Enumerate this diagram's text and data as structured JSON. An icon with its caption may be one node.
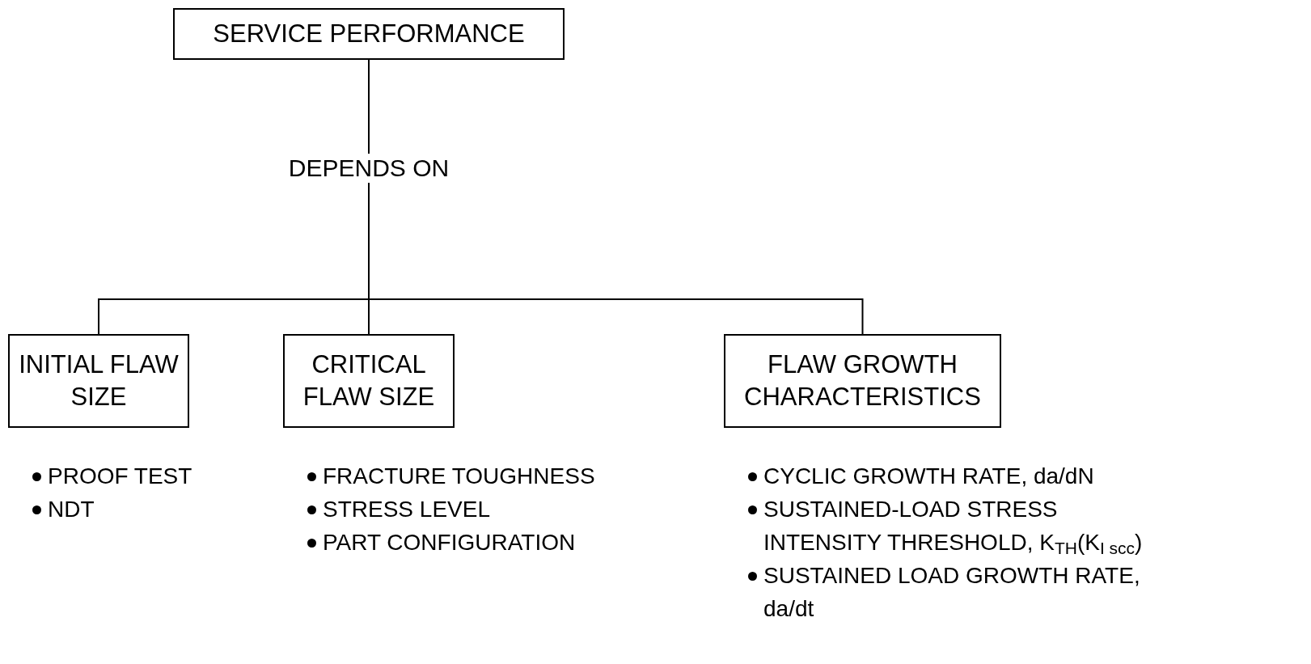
{
  "diagram": {
    "nodes": [
      {
        "text": [
          "SERVICE PERFORMANCE"
        ]
      },
      {
        "text": [
          "INITIAL FLAW SIZE"
        ],
        "beside": [
          "PROOF TEST",
          "NDT"
        ]
      },
      {
        "text": [
          "CRITICAL FLAW SIZE"
        ],
        "beside": [
          "FRACTURE TOUGHNESS",
          "STRESS LEVEL",
          "PART CONFIGURATION"
        ]
      },
      {
        "text": [
          "FLAW GROWTH CHARACTERISTICS"
        ],
        "beside": [
          "CYCLIC GROWTH RATE, da/dN",
          "SUSTAINED-LOAD STRESS INTENSITY THRESHOLD, K$_{TH}$(K$_{I scc}$)",
          "SUSTAINED LOAD GROWTH RATE, da/dt"
        ]
      }
    ],
    "edges": [
      {
        "from": 0,
        "to": 1,
        "arrow": "none"
      },
      {
        "from": 0,
        "to": 2,
        "arrow": "none",
        "label": "DEPENDS ON"
      },
      {
        "from": 0,
        "to": 3,
        "arrow": "none"
      }
    ]
  }
}
